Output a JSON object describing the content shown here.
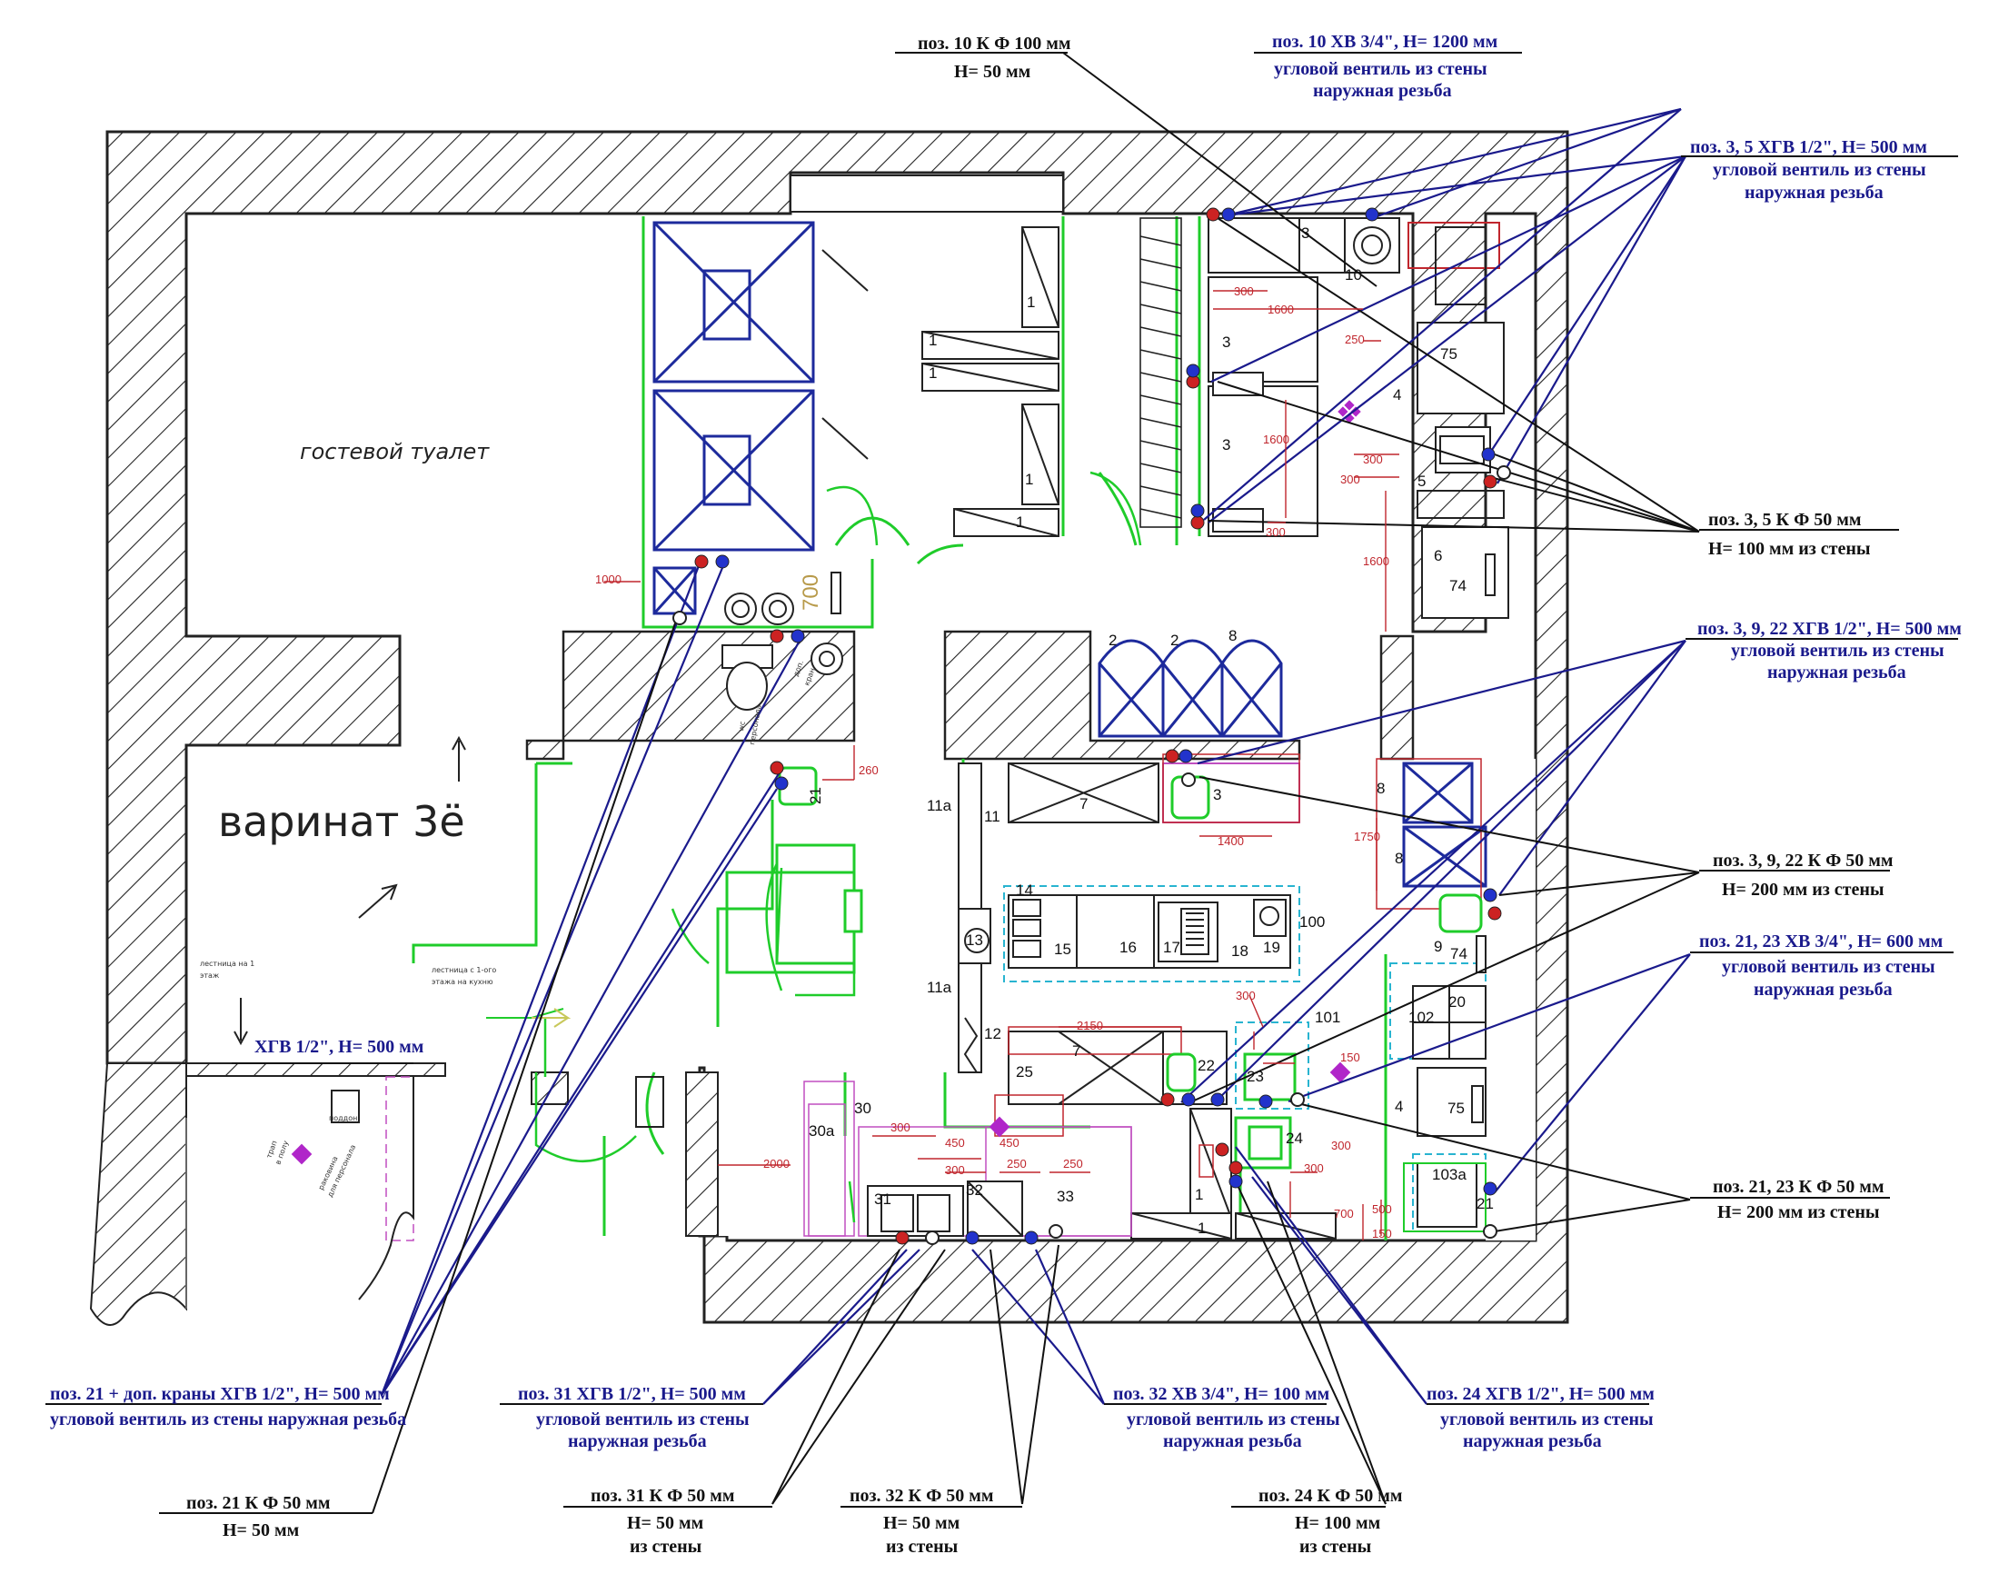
{
  "labels": {
    "guest_toilet": "гостевой туалет",
    "variant": "варинат 3ё",
    "stair_note_1": "лестница на 1",
    "stair_note_2": "этаж",
    "stair_note_3": "лестница с 1-ого",
    "stair_note_4": "этажа на кухню",
    "podon": "поддон",
    "trap_floor": "трап",
    "trap_floor2": "в полу",
    "sink_staff": "раковина",
    "sink_staff2": "для персонала",
    "wc_staff": "wc",
    "wc_staff2": "персонала",
    "dop_kran": "доп.",
    "dop_kran2": "кран"
  },
  "annotations": {
    "a1_title": "поз. 10 К Ф 100 мм",
    "a1_sub": "Н= 50 мм",
    "a2_title": "поз. 10  ХВ 3/4\", Н= 1200 мм",
    "a2_sub1": "угловой вентиль из стены",
    "a2_sub2": "наружная резьба",
    "a3_title": "поз. 3, 5 ХГВ 1/2\", Н= 500 мм",
    "a3_sub1": "угловой вентиль из стены",
    "a3_sub2": "наружная резьба",
    "a4_title": "поз. 3, 5 К Ф 50 мм",
    "a4_sub": "Н= 100 мм  из стены",
    "a5_title": "поз. 3, 9, 22 ХГВ 1/2\", Н= 500 мм",
    "a5_sub1": "угловой вентиль из стены",
    "a5_sub2": "наружная резьба",
    "a6_title": "поз. 3, 9, 22 К Ф 50 мм",
    "a6_sub": "Н= 200 мм    из стены",
    "a7_title": "поз. 21, 23  ХВ 3/4\", Н= 600 мм",
    "a7_sub1": "угловой вентиль из стены",
    "a7_sub2": "наружная резьба",
    "a8_title": "поз. 21, 23 К Ф 50 мм",
    "a8_sub": "Н= 200 мм    из стены",
    "a9_title": "ХГВ 1/2\", Н= 500 мм",
    "a10_title": "поз. 21 + доп. краны  ХГВ 1/2\", Н= 500 мм",
    "a10_sub": "угловой вентиль из стены  наружная резьба",
    "a11_title": "поз.  31  ХГВ 1/2\", Н= 500 мм",
    "a11_sub1": "угловой вентиль из стены",
    "a11_sub2": "наружная резьба",
    "a12_title": "поз. 32  ХВ 3/4\", Н= 100 мм",
    "a12_sub1": "угловой вентиль из стены",
    "a12_sub2": "наружная резьба",
    "a13_title": "поз.  24 ХГВ 1/2\", Н= 500 мм",
    "a13_sub1": "угловой вентиль из стены",
    "a13_sub2": "наружная резьба",
    "a14_title": "поз.  21 К Ф 50 мм",
    "a14_sub": "Н= 50 мм",
    "a15_title": "поз.  31 К Ф 50 мм",
    "a15_sub1": "Н= 50 мм",
    "a15_sub2": "из стены",
    "a16_title": "поз.  32 К Ф 50 мм",
    "a16_sub1": "Н= 50 мм",
    "a16_sub2": "из стены",
    "a17_title": "поз.  24 К Ф 50 мм",
    "a17_sub1": "Н= 100 мм",
    "a17_sub2": "из стены"
  },
  "dimensions": {
    "d1000": "1000",
    "d700": "700",
    "d260": "260",
    "d300a": "300",
    "d1600a": "1600",
    "d250a": "250",
    "d1600b": "1600",
    "d300b": "300",
    "d300c": "300",
    "d300d": "300",
    "d1600c": "1600",
    "d1400": "1400",
    "d1750": "1750",
    "d2150": "2150",
    "d300e": "300",
    "d150": "150",
    "d2000": "2000",
    "d300f": "300",
    "d450a": "450",
    "d300g": "300",
    "d450b": "450",
    "d250b": "250",
    "d250c": "250",
    "d300h": "300",
    "d300i": "300",
    "d700b": "700",
    "d500": "500",
    "d150b": "150"
  },
  "items": {
    "i1a": "1",
    "i1b": "1",
    "i1c": "1",
    "i1d": "1",
    "i1e": "1",
    "i1f": "1",
    "i1g": "1",
    "i2a": "2",
    "i2b": "2",
    "i3a": "3",
    "i3b": "3",
    "i3c": "3",
    "i3d": "3",
    "i4a": "4",
    "i4b": "4",
    "i5": "5",
    "i6": "6",
    "i7a": "7",
    "i7b": "7",
    "i8a": "8",
    "i8b": "8",
    "i8c": "8",
    "i9": "9",
    "i10": "10",
    "i11": "11",
    "i11a1": "11а",
    "i11a2": "11а",
    "i12": "12",
    "i13": "13",
    "i14": "14",
    "i15": "15",
    "i16": "16",
    "i17": "17",
    "i18": "18",
    "i19": "19",
    "i20": "20",
    "i21a": "21",
    "i21b": "21",
    "i22": "22",
    "i23": "23",
    "i24": "24",
    "i25": "25",
    "i30": "30",
    "i30a": "30а",
    "i31": "31",
    "i32": "32",
    "i33": "33",
    "i74a": "74",
    "i74b": "74",
    "i75a": "75",
    "i75b": "75",
    "i100": "100",
    "i101": "101",
    "i102": "102",
    "i103": "103а"
  },
  "colors": {
    "wall": "#222222",
    "green_partition": "#1fcc2a",
    "equipment_blue": "#1d2a9c",
    "leader_blue": "#1a1a8c",
    "dim_red": "#c0262d",
    "cold_water": "#2233cc",
    "hot_water": "#cc2222",
    "drain_mark": "#b026c9",
    "cyan_outline": "#28b4d0"
  }
}
